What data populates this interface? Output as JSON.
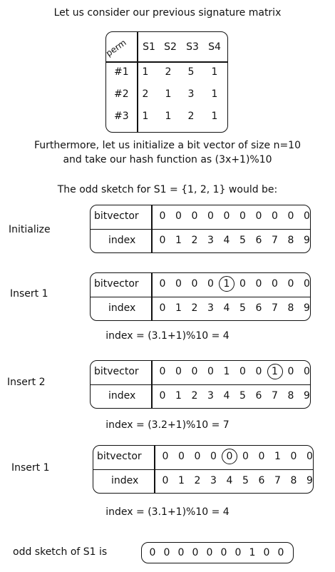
{
  "intro": "Let us consider our previous signature matrix",
  "matrix": {
    "corner": "perm",
    "columns": [
      "S1",
      "S2",
      "S3",
      "S4"
    ],
    "rows": [
      {
        "label": "#1",
        "values": [
          "1",
          "2",
          "5",
          "1"
        ]
      },
      {
        "label": "#2",
        "values": [
          "2",
          "1",
          "3",
          "1"
        ]
      },
      {
        "label": "#3",
        "values": [
          "1",
          "1",
          "2",
          "1"
        ]
      }
    ]
  },
  "para1": "Furthermore, let us initialize a bit vector of size n=10",
  "para2": "and take our hash function as (3x+1)%10",
  "para3": "The odd sketch for S1 = {1, 2, 1} would be:",
  "row_labels": {
    "bitvector": "bitvector",
    "index": "index"
  },
  "index_values": [
    "0",
    "1",
    "2",
    "3",
    "4",
    "5",
    "6",
    "7",
    "8",
    "9"
  ],
  "steps": [
    {
      "label": "Initialize",
      "bits": [
        "0",
        "0",
        "0",
        "0",
        "0",
        "0",
        "0",
        "0",
        "0",
        "0"
      ],
      "circled": null,
      "formula": ""
    },
    {
      "label": "Insert 1",
      "bits": [
        "0",
        "0",
        "0",
        "0",
        "1",
        "0",
        "0",
        "0",
        "0",
        "0"
      ],
      "circled": 4,
      "formula": "index = (3.1+1)%10 = 4"
    },
    {
      "label": "Insert 2",
      "bits": [
        "0",
        "0",
        "0",
        "0",
        "1",
        "0",
        "0",
        "1",
        "0",
        "0"
      ],
      "circled": 7,
      "formula": "index = (3.2+1)%10 = 7"
    },
    {
      "label": "Insert 1",
      "bits": [
        "0",
        "0",
        "0",
        "0",
        "0",
        "0",
        "0",
        "1",
        "0",
        "0"
      ],
      "circled": 4,
      "formula": "index = (3.1+1)%10 = 4"
    }
  ],
  "final": {
    "label": "odd sketch of S1 is",
    "bits": [
      "0",
      "0",
      "0",
      "0",
      "0",
      "0",
      "0",
      "1",
      "0",
      "0"
    ]
  }
}
